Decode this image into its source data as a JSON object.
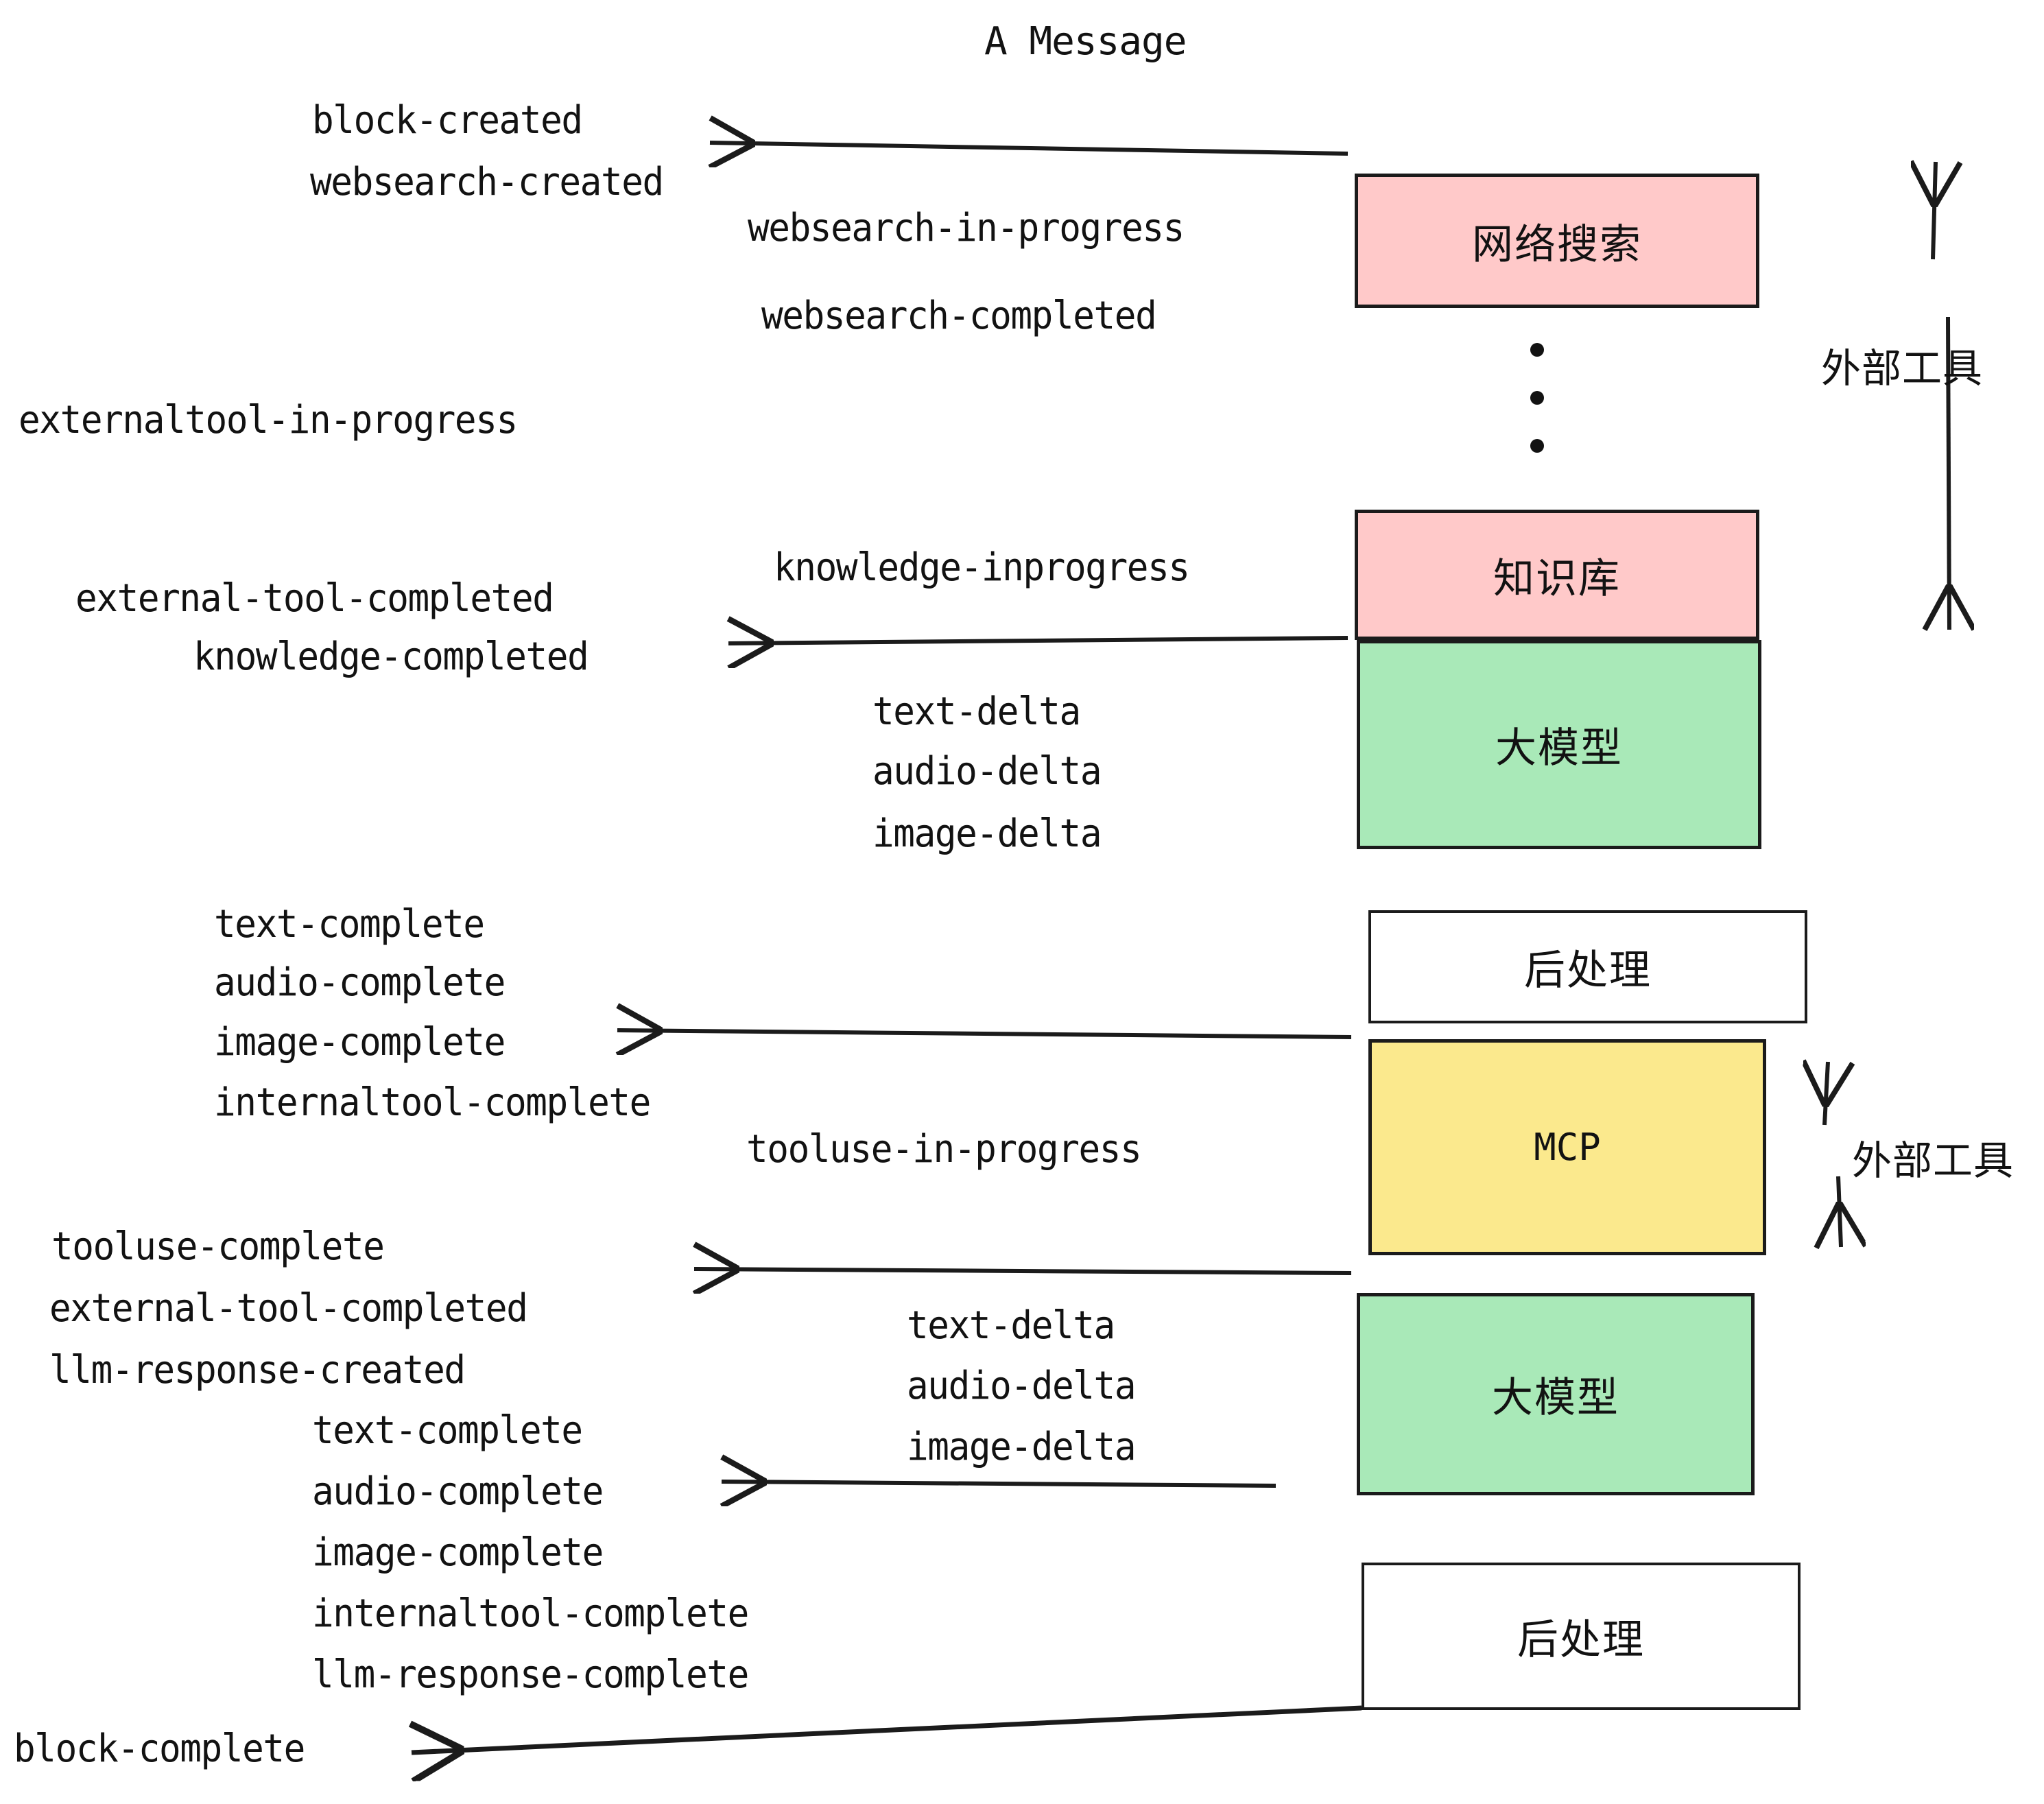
{
  "title": "A Message",
  "colors": {
    "pink": "#ffc9c9",
    "green": "#a9e9b8",
    "yellow": "#fbe98d",
    "white": "#ffffff",
    "stroke": "#1b1b1b",
    "text": "#121212"
  },
  "nodes": {
    "websearch": "网络搜索",
    "knowledge": "知识库",
    "llm_1": "大模型",
    "postprocess_1": "后处理",
    "mcp": "MCP",
    "llm_2": "大模型",
    "postprocess_2": "后处理"
  },
  "side_labels": {
    "external_tool_top": "外部工具",
    "external_tool_bottom": "外部工具"
  },
  "events": {
    "group_block_created": [
      "block-created",
      "websearch-created"
    ],
    "group_websearch": [
      "websearch-in-progress",
      "websearch-completed"
    ],
    "externaltool_in_progress": "externaltool-in-progress",
    "knowledge_inprogress": "knowledge-inprogress",
    "group_knowledge_completed": [
      "external-tool-completed",
      "knowledge-completed"
    ],
    "group_llm_delta_1": [
      "text-delta",
      "audio-delta",
      "image-delta"
    ],
    "group_postprocess_1": [
      "text-complete",
      "audio-complete",
      "image-complete",
      "internaltool-complete"
    ],
    "tooluse_in_progress": "tooluse-in-progress",
    "group_tooluse_complete": [
      "tooluse-complete",
      "external-tool-completed",
      "llm-response-created"
    ],
    "group_llm_delta_2": [
      "text-delta",
      "audio-delta",
      "image-delta"
    ],
    "group_postprocess_2": [
      "text-complete",
      "audio-complete",
      "image-complete",
      "internaltool-complete",
      "llm-response-complete"
    ],
    "block_complete": "block-complete"
  }
}
